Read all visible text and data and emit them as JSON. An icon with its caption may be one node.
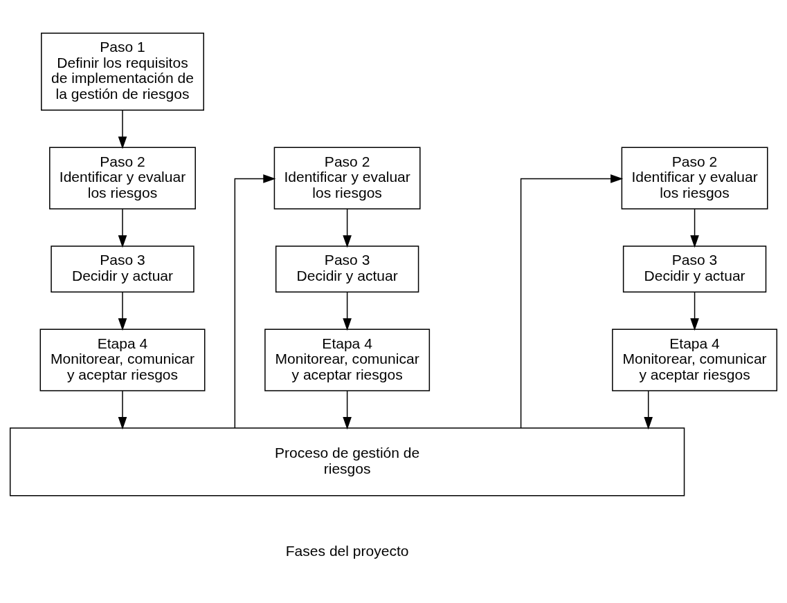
{
  "diagram": {
    "nodes": [
      {
        "text": [
          "Paso 1",
          "Definir los requisitos de implementación de la gestión de riesgos"
        ]
      },
      {
        "text": [
          "Paso 2",
          "Identificar y evaluar los riesgos"
        ]
      },
      {
        "text": [
          "Paso 3",
          "Decidir y actuar"
        ]
      },
      {
        "text": [
          "Etapa 4",
          "Monitorear, comunicar y aceptar riesgos"
        ]
      },
      {
        "text": [
          "Paso 2",
          "Identificar y evaluar los riesgos"
        ]
      },
      {
        "text": [
          "Paso 3",
          "Decidir y actuar"
        ]
      },
      {
        "text": [
          "Etapa 4",
          "Monitorear, comunicar y aceptar riesgos"
        ]
      },
      {
        "text": [
          "Paso 2",
          "Identificar y evaluar los riesgos"
        ]
      },
      {
        "text": [
          "Paso 3",
          "Decidir y actuar"
        ]
      },
      {
        "text": [
          "Etapa 4",
          "Monitorear, comunicar y aceptar riesgos"
        ]
      },
      {
        "text": [
          "Proceso de gestión de riesgos"
        ]
      }
    ],
    "edges": [
      {
        "from": 0,
        "to": 1,
        "arrow": "to"
      },
      {
        "from": 1,
        "to": 2,
        "arrow": "to"
      },
      {
        "from": 2,
        "to": 3,
        "arrow": "to"
      },
      {
        "from": 3,
        "to": 10,
        "arrow": "to"
      },
      {
        "from": 10,
        "to": 4,
        "arrow": "to"
      },
      {
        "from": 4,
        "to": 5,
        "arrow": "to"
      },
      {
        "from": 5,
        "to": 6,
        "arrow": "to"
      },
      {
        "from": 6,
        "to": 10,
        "arrow": "to"
      },
      {
        "from": 10,
        "to": 7,
        "arrow": "to"
      },
      {
        "from": 7,
        "to": 8,
        "arrow": "to"
      },
      {
        "from": 8,
        "to": 9,
        "arrow": "to"
      },
      {
        "from": 9,
        "to": 10,
        "arrow": "to"
      }
    ],
    "labels": [
      "Fases del proyecto"
    ]
  }
}
